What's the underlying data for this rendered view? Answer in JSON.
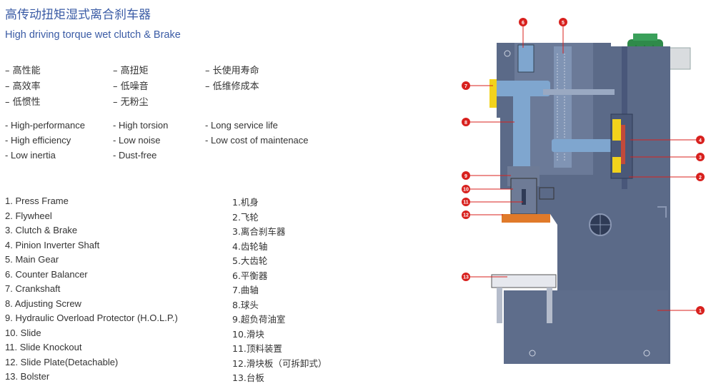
{
  "title_cn": "高传动扭矩湿式离合刹车器",
  "title_en": "High driving torque wet clutch & Brake",
  "features_cn": [
    [
      "– 高性能",
      "– 高扭矩",
      "– 长使用寿命"
    ],
    [
      "– 高效率",
      "– 低噪音",
      "– 低维修成本"
    ],
    [
      "– 低惯性",
      "– 无粉尘",
      ""
    ]
  ],
  "features_en": [
    [
      "- High-performance",
      "- High torsion",
      "- Long service life"
    ],
    [
      "- High efficiency",
      "- Low noise",
      "- Low cost of maintenace"
    ],
    [
      "- Low inertia",
      "- Dust-free",
      ""
    ]
  ],
  "parts_en": [
    "1. Press Frame",
    "2. Flywheel",
    "3. Clutch & Brake",
    "4. Pinion Inverter Shaft",
    "5. Main Gear",
    "6. Counter Balancer",
    "7. Crankshaft",
    "8. Adjusting Screw",
    "9. Hydraulic Overload Protector (H.O.L.P.)",
    "10. Slide",
    "11. Slide Knockout",
    "12. Slide Plate(Detachable)",
    "13. Bolster"
  ],
  "parts_cn": [
    "1.机身",
    "2.飞轮",
    "3.离合刹车器",
    "4.齿轮轴",
    "5.大齿轮",
    "6.平衡器",
    "7.曲轴",
    "8.球头",
    "9.超负荷油室",
    "10.滑块",
    "11.顶料装置",
    "12.滑块板（可拆卸式）",
    "13.台板"
  ],
  "callouts": [
    "1",
    "2",
    "3",
    "4",
    "5",
    "6",
    "7",
    "8",
    "9",
    "10",
    "11",
    "12",
    "13"
  ],
  "colors": {
    "title": "#3a5ba5",
    "frame": "#5b6a88",
    "frame_light": "#8a97b3",
    "shaft": "#7fa6cf",
    "callout": "#d8211e",
    "slide_plate": "#e07a2a",
    "clutch_yellow": "#f2d21c",
    "motor_green": "#2f8a4a"
  }
}
